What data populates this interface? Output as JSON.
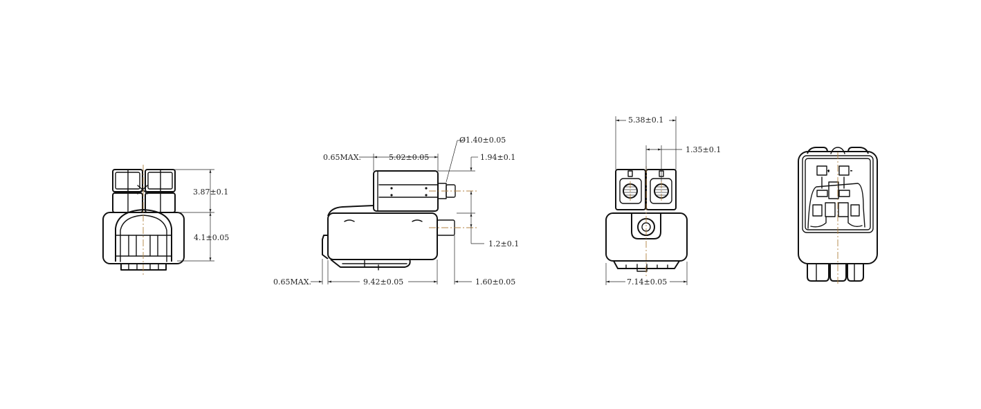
{
  "drawing": {
    "views": [
      "left-view",
      "side-view",
      "front-view",
      "back-view"
    ],
    "dimensions": {
      "left_upper_height": "3.87±0.1",
      "left_lower_height": "4.1±0.05",
      "side_rear_flange": "0.65MAX.",
      "side_top_width": "5.02±0.05",
      "side_pin_diameter": "Ø1.40±0.05",
      "side_top_offset": "1.94±0.1",
      "side_pin_offset": "1.2±0.1",
      "side_bottom_flange": "0.65MAX.",
      "side_body_length": "9.42±0.05",
      "side_pin_length": "1.60±0.05",
      "front_top_width": "5.38±0.1",
      "front_pitch": "1.35±0.1",
      "front_body_width": "7.14±0.05"
    },
    "colors": {
      "line": "#111111",
      "centerline": "#b08040",
      "background": "#ffffff"
    }
  }
}
